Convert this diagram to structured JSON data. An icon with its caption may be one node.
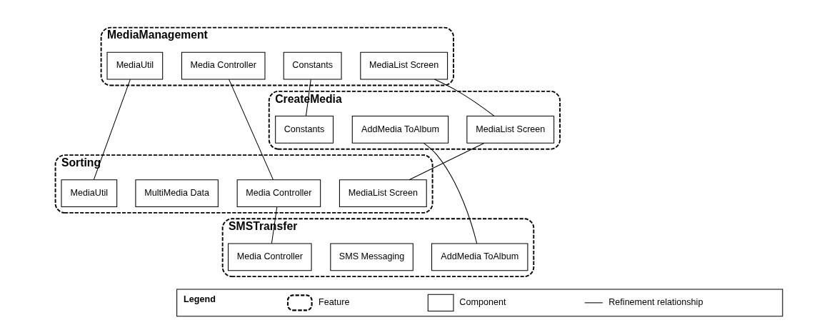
{
  "diagram": {
    "nodes": [
      {
        "text": [
          "MediaManagement"
        ]
      },
      {
        "text": [
          "Constants"
        ],
        "in": 0
      },
      {
        "text": [
          "Media Controller"
        ],
        "in": 0
      },
      {
        "text": [
          "MediaList Screen"
        ],
        "in": 0
      },
      {
        "text": [
          "MediaUtil"
        ],
        "in": 0
      },
      {
        "text": [
          "CreateMedia"
        ]
      },
      {
        "text": [
          "AddMedia ToAlbum"
        ],
        "in": 5
      },
      {
        "text": [
          "Constants"
        ],
        "in": 5
      },
      {
        "text": [
          "MediaList Screen"
        ],
        "in": 5
      },
      {
        "text": [
          "Sorting"
        ]
      },
      {
        "text": [
          "Media Controller"
        ],
        "in": 9
      },
      {
        "text": [
          "MediaList Screen"
        ],
        "in": 9
      },
      {
        "text": [
          "MediaUtil"
        ],
        "in": 9
      },
      {
        "text": [
          "MultiMedia Data"
        ],
        "in": 9
      },
      {
        "text": [
          "SMSTransfer"
        ]
      },
      {
        "text": [
          "AddMedia ToAlbum"
        ],
        "in": 14
      },
      {
        "text": [
          "Media Controller"
        ],
        "in": 14
      },
      {
        "text": [
          "SMS Messaging"
        ],
        "in": 14
      }
    ],
    "edges": [
      {
        "from": 1,
        "to": 7,
        "arrow": "none"
      },
      {
        "from": 2,
        "to": 10,
        "arrow": "none"
      },
      {
        "from": 3,
        "to": 8,
        "arrow": "none"
      },
      {
        "from": 8,
        "to": 11,
        "arrow": "none"
      },
      {
        "from": 4,
        "to": 12,
        "arrow": "none"
      },
      {
        "from": 6,
        "to": 15,
        "arrow": "none"
      },
      {
        "from": 10,
        "to": 16,
        "arrow": "none"
      }
    ],
    "labels": [
      "Legend"
    ],
    "legend": [
      {
        "text": "Feature"
      },
      {
        "text": "Component"
      },
      {
        "text": "Refinement relationship"
      }
    ]
  }
}
